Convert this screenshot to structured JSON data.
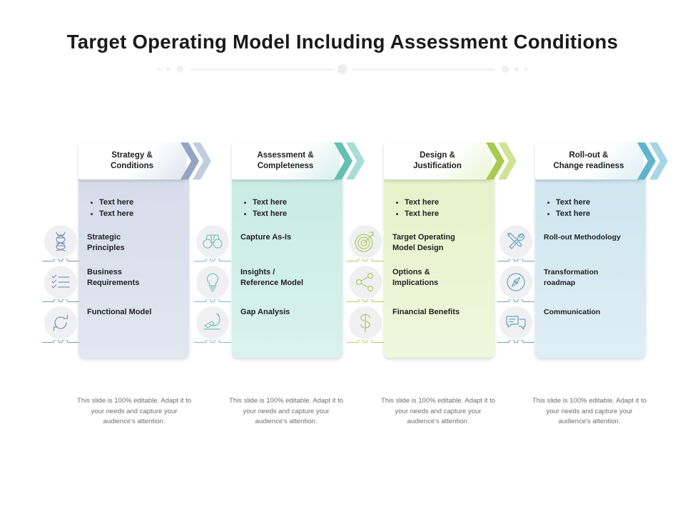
{
  "slide": {
    "title": "Target Operating Model Including Assessment Conditions",
    "background": "#ffffff"
  },
  "divider": {
    "name": "decorative-divider",
    "line_color": "#f2f2f2",
    "dot_color": "#f0f0f0"
  },
  "columns": [
    {
      "id": "strategy-conditions",
      "header": "Strategy &\nConditions",
      "accent": "#8fa3c4",
      "panel_color": "#dbe0ec",
      "panel_gradient_from": "#d6dcea",
      "panel_gradient_to": "#e2e6f0",
      "header_from": "#ffffff",
      "header_to": "#dfe4ef",
      "chevron_dark": "#93a5c2",
      "chevron_light": "#c2cddf",
      "icon_color": "#8496b5",
      "bullets": [
        "Text here",
        "Text here"
      ],
      "rows": [
        {
          "label": "Strategic\nPrinciples",
          "icon": "dna-helix-icon"
        },
        {
          "label": "Business\nRequirements",
          "icon": "checklist-icon"
        },
        {
          "label": "Functional Model",
          "icon": "refresh-cycle-icon"
        }
      ],
      "note": "This slide is 100% editable. Adapt it to your needs and  capture your audience's attention."
    },
    {
      "id": "assessment-completeness",
      "header": "Assessment &\nCompleteness",
      "accent": "#73c7bb",
      "panel_color": "#d1efe9",
      "panel_gradient_from": "#c9ebe4",
      "panel_gradient_to": "#d9f2ed",
      "header_from": "#ffffff",
      "header_to": "#d8f0ea",
      "chevron_dark": "#63c0b3",
      "chevron_light": "#a6ded6",
      "icon_color": "#79c3b4",
      "bullets": [
        "Text here",
        "Text here"
      ],
      "rows": [
        {
          "label": "Capture As-Is",
          "icon": "binoculars-icon"
        },
        {
          "label": "Insights  /\nReference Model",
          "icon": "lightbulb-icon"
        },
        {
          "label": "Gap Analysis",
          "icon": "microscope-icon"
        }
      ],
      "note": "This slide is 100% editable. Adapt it to your needs and  capture your audience's attention."
    },
    {
      "id": "design-justification",
      "header": "Design &\nJustification",
      "accent": "#b2d25f",
      "panel_color": "#eaf4d3",
      "panel_gradient_from": "#e6f2c9",
      "panel_gradient_to": "#eff7dd",
      "header_from": "#ffffff",
      "header_to": "#eaf5d6",
      "chevron_dark": "#a8ca51",
      "chevron_light": "#cfe395",
      "icon_color": "#b3cc5f",
      "bullets": [
        "Text here",
        "Text here"
      ],
      "rows": [
        {
          "label": "Target Operating\nModel Design",
          "icon": "target-arrow-icon"
        },
        {
          "label": "Options  &\nImplications",
          "icon": "share-nodes-icon"
        },
        {
          "label": "Financial Benefits",
          "icon": "dollar-sign-icon"
        }
      ],
      "note": "This slide is 100% editable. Adapt it to your needs and  capture your audience's attention."
    },
    {
      "id": "rollout-change-readiness",
      "header": "Roll-out &\nChange readiness",
      "accent": "#6fb7cf",
      "panel_color": "#d8eaf2",
      "panel_gradient_from": "#cfe6f0",
      "panel_gradient_to": "#deeef5",
      "header_from": "#ffffff",
      "header_to": "#ddeff6",
      "chevron_dark": "#61b4cd",
      "chevron_light": "#a6d5e5",
      "icon_color": "#6aa8c4",
      "bullets": [
        "Text here",
        "Text here"
      ],
      "rows": [
        {
          "label": "Roll-out Methodology",
          "icon": "tools-icon"
        },
        {
          "label": "Transformation\n roadmap",
          "icon": "compass-icon"
        },
        {
          "label": "Communication",
          "icon": "chat-bubbles-icon"
        }
      ],
      "note": "This slide is 100% editable. Adapt it to your needs and  capture your audience's attention."
    }
  ]
}
